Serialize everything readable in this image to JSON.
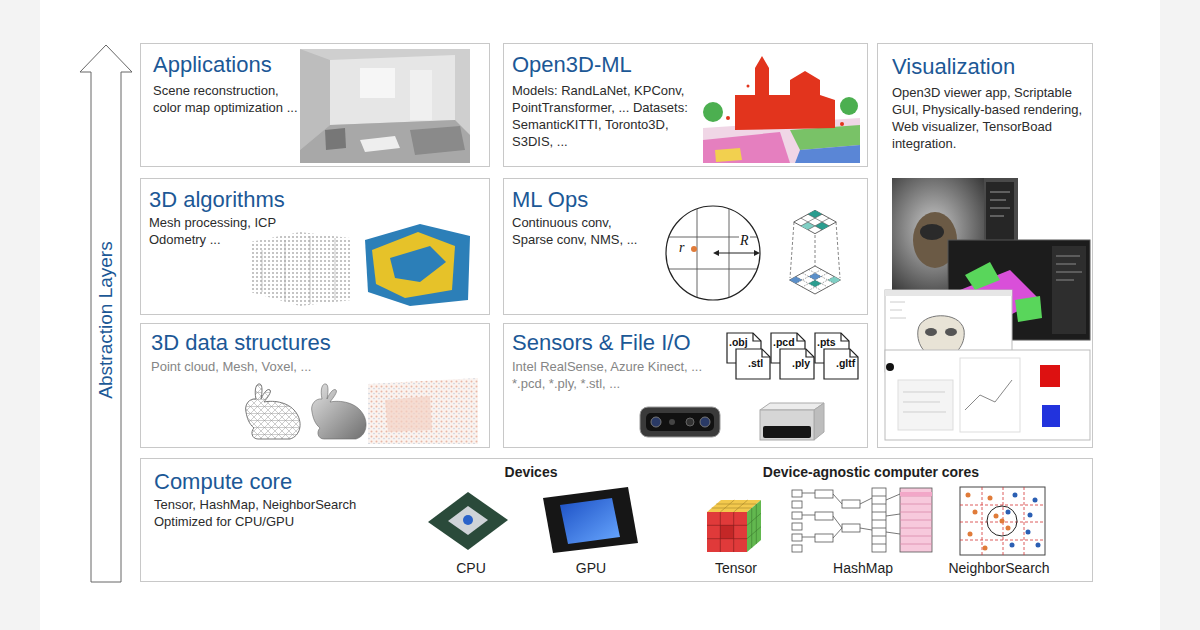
{
  "diagram": {
    "nodes": [
      {
        "text": [
          "Applications",
          "Scene reconstruction, color map optimization ..."
        ]
      },
      {
        "text": [
          "Open3D-ML",
          "Models: RandLaNet, KPConv, PointTransformer, ... Datasets: SemanticKITTI, Toronto3D, S3DIS, ..."
        ]
      },
      {
        "text": [
          "Visualization",
          "Open3D viewer app, Scriptable GUI, Physically-based rendering, Web visualizer, TensorBoad integration."
        ]
      },
      {
        "text": [
          "3D algorithms",
          "Mesh processing, ICP Odometry ..."
        ]
      },
      {
        "text": [
          "ML Ops",
          "Continuous conv, Sparse conv, NMS, ..."
        ]
      },
      {
        "text": [
          "3D data structures",
          "Point cloud, Mesh, Voxel, ..."
        ]
      },
      {
        "text": [
          "Sensors & File I/O",
          "Intel RealSense, Azure Kinect, ... *.pcd, *.ply, *.stl, ..."
        ]
      },
      {
        "text": [
          "Compute core",
          "Tensor, HashMap, NeighborSearch Optimized for CPU/GPU",
          "Devices",
          "CPU",
          "GPU",
          "Device-agnostic computer cores",
          "Tensor",
          "HashMap",
          "NeighborSearch"
        ]
      }
    ],
    "labels": [
      "Abstraction Layers",
      "r",
      "R",
      ".obj",
      ".stl",
      ".pcd",
      ".ply",
      ".pts",
      ".gltf"
    ]
  }
}
